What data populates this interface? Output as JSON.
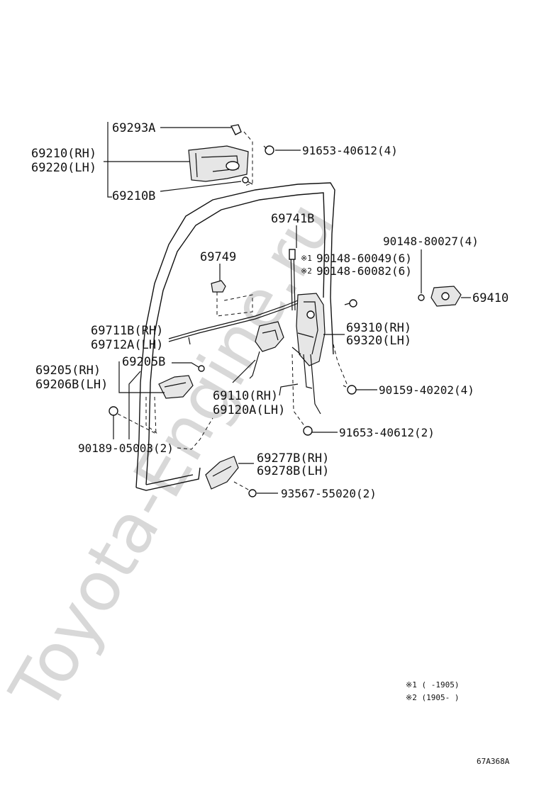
{
  "watermark": "Toyota-Engine.ru",
  "figure_code": "67A368A",
  "notes": [
    "※1 (     -1905)",
    "※2 (1905-      )"
  ],
  "labels": {
    "p69293A": "69293A",
    "p69210RH": "69210(RH)",
    "p69220LH": "69220(LH)",
    "p69210B": "69210B",
    "p91653_4": "91653-40612(4)",
    "p69741B": "69741B",
    "p69749": "69749",
    "p90148_60049": "90148-60049(6)",
    "p90148_60082": "90148-60082(6)",
    "mark1": "※1",
    "mark2": "※2",
    "p90148_80027": "90148-80027(4)",
    "p69410": "69410",
    "p69711B": "69711B(RH)",
    "p69712A": "69712A(LH)",
    "p69310RH": "69310(RH)",
    "p69320LH": "69320(LH)",
    "p69205RH": "69205(RH)",
    "p69206B": "69206B(LH)",
    "p69205B": "69205B",
    "p69110RH": "69110(RH)",
    "p69120A": "69120A(LH)",
    "p90159": "90159-40202(4)",
    "p90189": "90189-05003(2)",
    "p91653_2": "91653-40612(2)",
    "p69277B": "69277B(RH)",
    "p69278B": "69278B(LH)",
    "p93567": "93567-55020(2)"
  }
}
